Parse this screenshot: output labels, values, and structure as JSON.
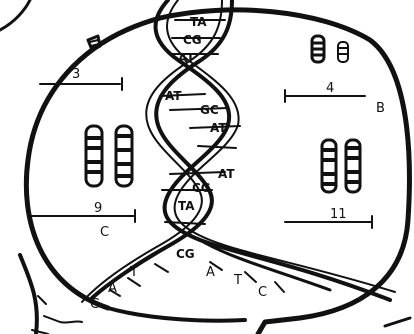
{
  "helix": {
    "pairs": [
      "TA",
      "CG",
      "AT",
      "AT",
      "GC",
      "AT",
      "AT",
      "CG",
      "TA",
      "CG"
    ]
  },
  "strand_bases": [
    "G",
    "A",
    "T",
    "A",
    "T",
    "C"
  ],
  "chromosome_labels": {
    "top_left": "3",
    "top_right": "4",
    "top_right_letter": "B",
    "bottom_left": "9",
    "bottom_left_letter": "C",
    "bottom_right": "11"
  }
}
